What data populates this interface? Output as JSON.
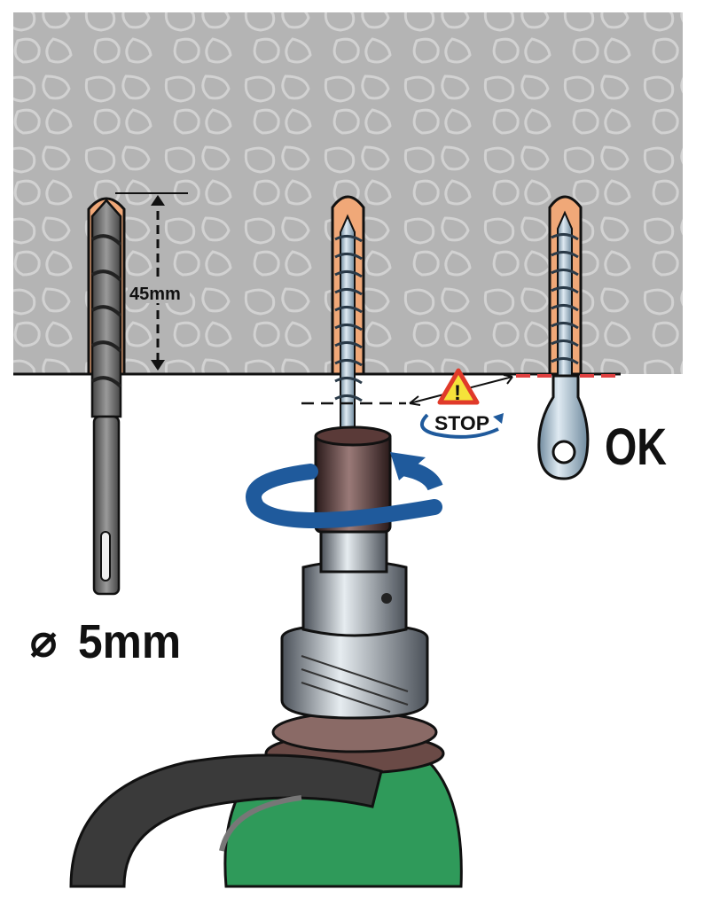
{
  "labels": {
    "depth": "45mm",
    "diameter": "5mm",
    "diameter_symbol": "⌀",
    "stop": "STOP",
    "warning": "!",
    "ok": "OK"
  },
  "colors": {
    "wall": "#b4b4b4",
    "hole": "#f0a878",
    "screw": "#a8c8e0",
    "arrow_blue": "#1f5a9c",
    "drill_green": "#2f9a5a",
    "warning_yellow": "#f5e23a",
    "warning_red": "#e03a2a",
    "ok_line": "#e04040"
  }
}
